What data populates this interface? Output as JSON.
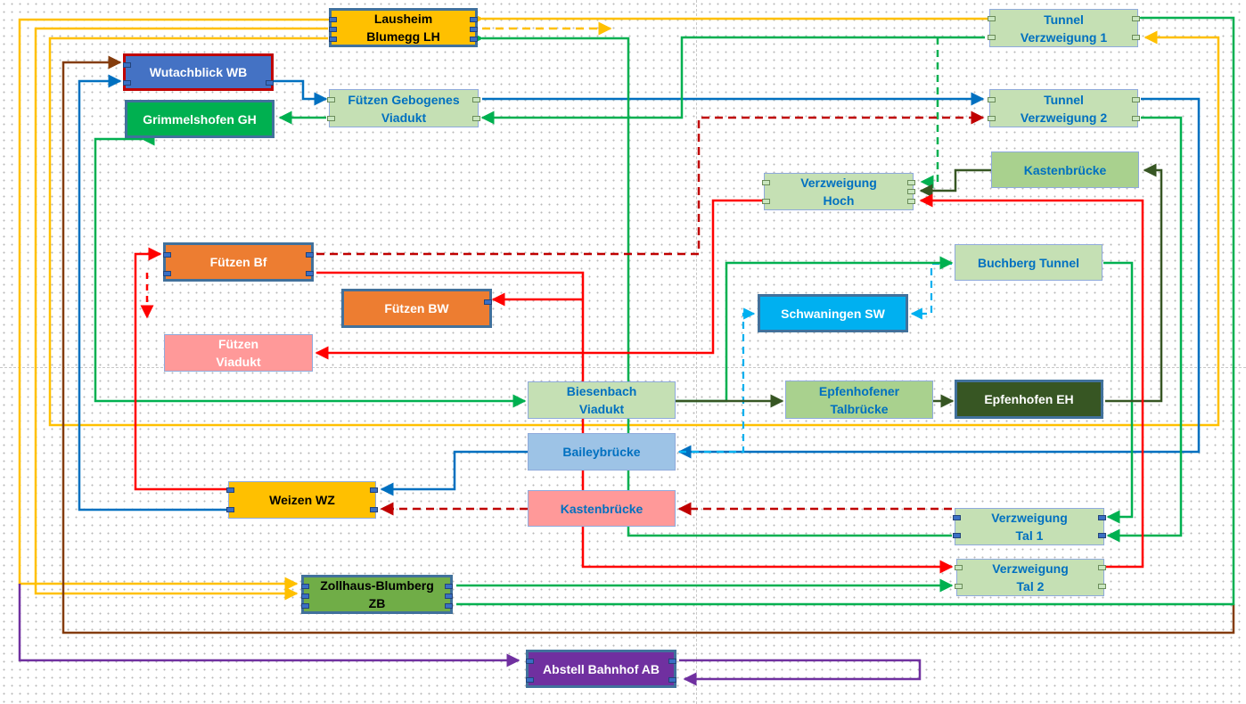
{
  "colors": {
    "green": "#00b050",
    "red": "#ff0000",
    "dark_red": "#c00000",
    "blue": "#0070c0",
    "light_blue": "#00b0f0",
    "yellow": "#ffc000",
    "brown": "#843c0c",
    "dark_green": "#375623",
    "purple": "#7030a0"
  },
  "nodes": {
    "lausheim": "Lausheim\nBlumegg LH",
    "wutachblick": "Wutachblick WB",
    "grimmelshofen": "Grimmelshofen GH",
    "fuetzen_gebogenes": "Fützen Gebogenes\nViadukt",
    "tunnel_1": "Tunnel\nVerzweigung 1",
    "tunnel_2": "Tunnel\nVerzweigung 2",
    "kastenbruecke_top": "Kastenbrücke",
    "verzweigung_hoch": "Verzweigung\nHoch",
    "fuetzen_bf": "Fützen Bf",
    "fuetzen_bw": "Fützen BW",
    "buchberg": "Buchberg Tunnel",
    "schwaningen": "Schwaningen SW",
    "fuetzen_viadukt": "Fützen\nViadukt",
    "biesenbach": "Biesenbach\nViadukt",
    "epfenhofener": "Epfenhofener\nTalbrücke",
    "epfenhofen_eh": "Epfenhofen EH",
    "baileybruecke": "Baileybrücke",
    "weizen": "Weizen WZ",
    "kastenbruecke_mid": "Kastenbrücke",
    "verzweigung_tal1": "Verzweigung\nTal 1",
    "verzweigung_tal2": "Verzweigung\nTal 2",
    "zollhaus": "Zollhaus-Blumberg\nZB",
    "abstell": "Abstell Bahnhof AB"
  }
}
